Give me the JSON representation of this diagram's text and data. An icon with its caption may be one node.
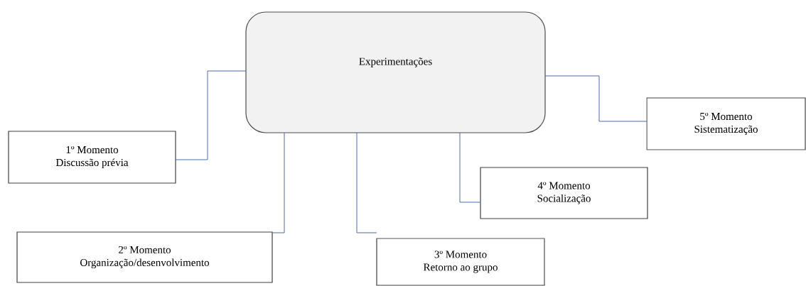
{
  "diagram": {
    "nodes": [
      {
        "text": [
          "Experimentações"
        ]
      },
      {
        "text": [
          "1º Momento",
          "Discussão prévia"
        ]
      },
      {
        "text": [
          "2º Momento",
          "Organização/desenvolvimento"
        ]
      },
      {
        "text": [
          "3º Momento",
          "Retorno ao grupo"
        ]
      },
      {
        "text": [
          "4º Momento",
          "Socialização"
        ]
      },
      {
        "text": [
          "5º Momento",
          "Sistematização"
        ]
      }
    ],
    "edges": [
      {
        "from": 0,
        "to": 1,
        "arrow": "none"
      },
      {
        "from": 0,
        "to": 2,
        "arrow": "none"
      },
      {
        "from": 0,
        "to": 3,
        "arrow": "none"
      },
      {
        "from": 0,
        "to": 4,
        "arrow": "none"
      },
      {
        "from": 0,
        "to": 5,
        "arrow": "none"
      }
    ]
  }
}
